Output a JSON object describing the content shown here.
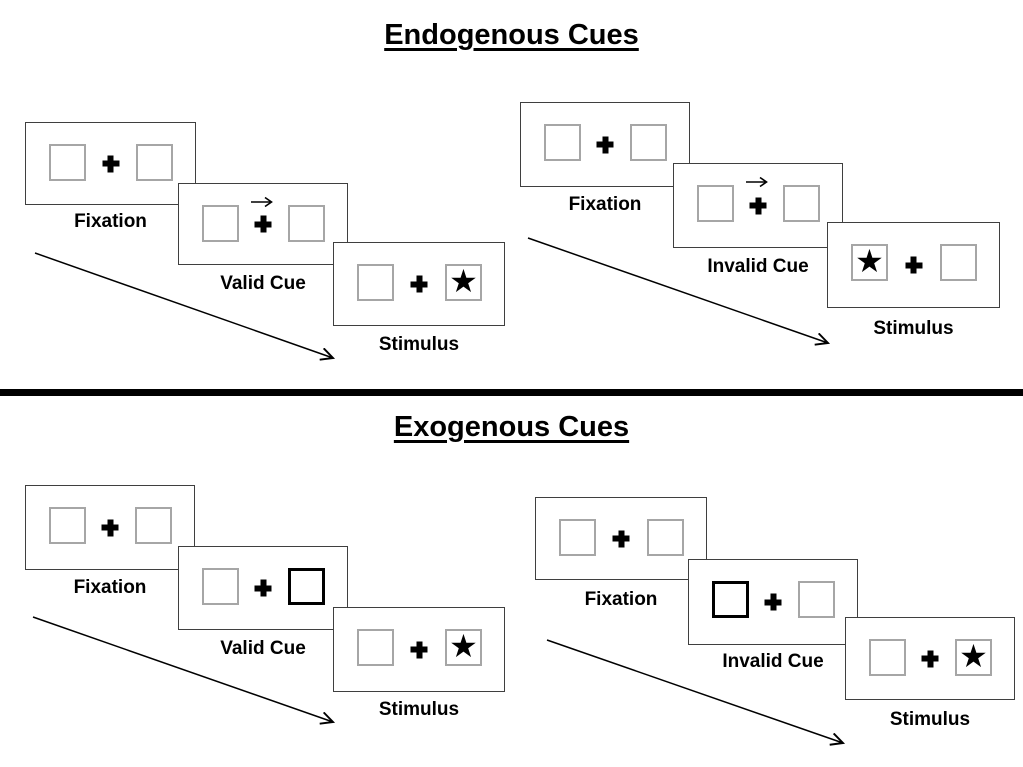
{
  "glyphs": {
    "star": "★",
    "cue_arrow": "→"
  },
  "colors": {
    "background": "#ffffff",
    "panel_border": "#3f3f3f",
    "box_border": "#a6a6a6",
    "cue_highlight_border": "#000000",
    "divider": "#000000",
    "text": "#000000"
  },
  "sections": [
    {
      "title": "Endogenous Cues",
      "sequences": [
        {
          "cue_validity": "valid",
          "cue_type": "central-arrow-right",
          "stimulus_side": "right",
          "panels": [
            {
              "label": "Fixation",
              "left_box": "empty",
              "right_box": "empty",
              "center": "fixation-cross"
            },
            {
              "label": "Valid Cue",
              "left_box": "empty",
              "right_box": "empty",
              "center": "fixation-cross-with-right-arrow"
            },
            {
              "label": "Stimulus",
              "left_box": "empty",
              "right_box": "star",
              "center": "fixation-cross"
            }
          ]
        },
        {
          "cue_validity": "invalid",
          "cue_type": "central-arrow-right",
          "stimulus_side": "left",
          "panels": [
            {
              "label": "Fixation",
              "left_box": "empty",
              "right_box": "empty",
              "center": "fixation-cross"
            },
            {
              "label": "Invalid Cue",
              "left_box": "empty",
              "right_box": "empty",
              "center": "fixation-cross-with-right-arrow"
            },
            {
              "label": "Stimulus",
              "left_box": "star",
              "right_box": "empty",
              "center": "fixation-cross"
            }
          ]
        }
      ]
    },
    {
      "title": "Exogenous Cues",
      "sequences": [
        {
          "cue_validity": "valid",
          "cue_type": "peripheral-box-highlight-right",
          "stimulus_side": "right",
          "panels": [
            {
              "label": "Fixation",
              "left_box": "empty",
              "right_box": "empty",
              "center": "fixation-cross"
            },
            {
              "label": "Valid Cue",
              "left_box": "empty",
              "right_box": "highlighted",
              "center": "fixation-cross"
            },
            {
              "label": "Stimulus",
              "left_box": "empty",
              "right_box": "star",
              "center": "fixation-cross"
            }
          ]
        },
        {
          "cue_validity": "invalid",
          "cue_type": "peripheral-box-highlight-left",
          "stimulus_side": "right",
          "panels": [
            {
              "label": "Fixation",
              "left_box": "empty",
              "right_box": "empty",
              "center": "fixation-cross"
            },
            {
              "label": "Invalid Cue",
              "left_box": "highlighted",
              "right_box": "empty",
              "center": "fixation-cross"
            },
            {
              "label": "Stimulus",
              "left_box": "empty",
              "right_box": "star",
              "center": "fixation-cross"
            }
          ]
        }
      ]
    }
  ]
}
